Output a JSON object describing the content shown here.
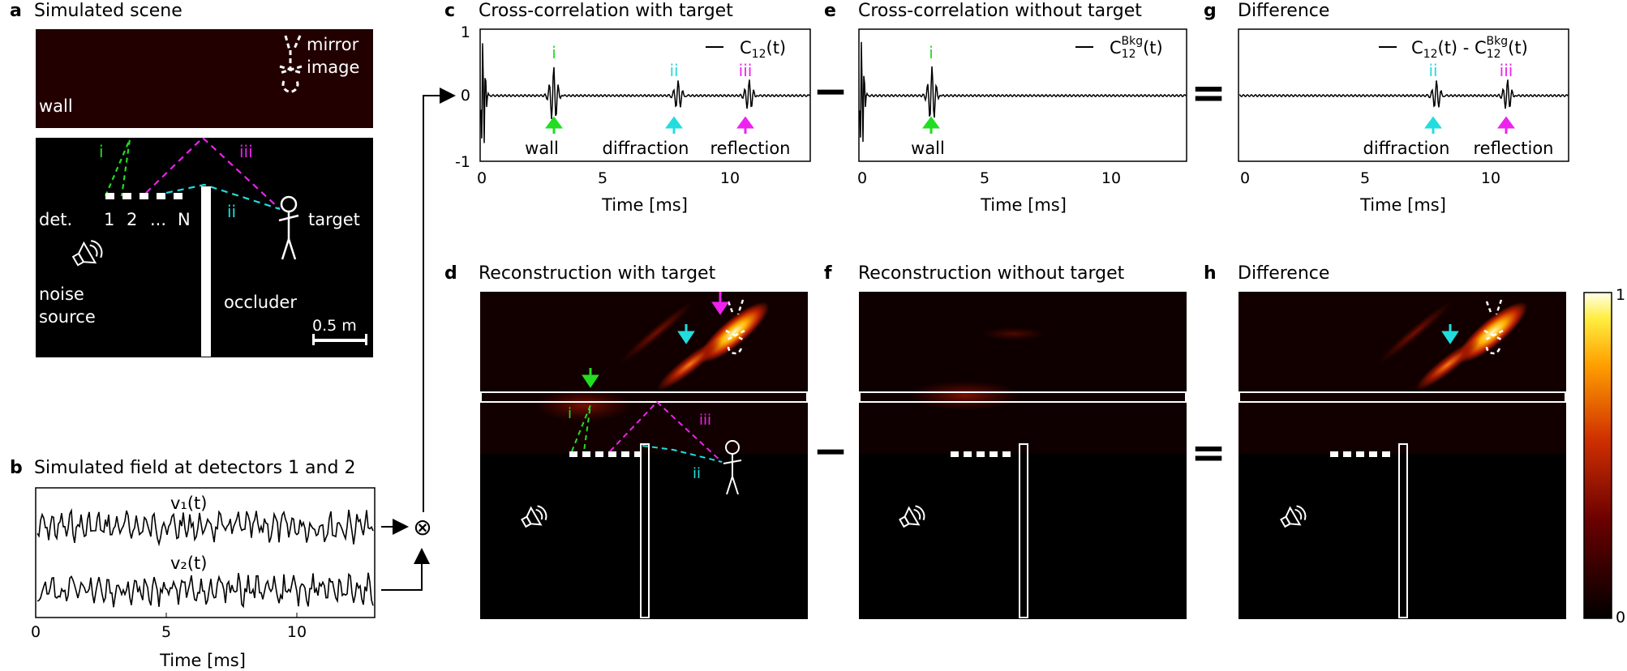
{
  "panels": {
    "a": {
      "letter": "a",
      "title": "Simulated scene"
    },
    "b": {
      "letter": "b",
      "title": "Simulated field at detectors 1 and 2"
    },
    "c": {
      "letter": "c",
      "title": "Cross-correlation with target"
    },
    "d": {
      "letter": "d",
      "title": "Reconstruction with target"
    },
    "e": {
      "letter": "e",
      "title": "Cross-correlation without target"
    },
    "f": {
      "letter": "f",
      "title": "Reconstruction without target"
    },
    "g": {
      "letter": "g",
      "title": "Difference"
    },
    "h": {
      "letter": "h",
      "title": "Difference"
    }
  },
  "scene": {
    "wall": "wall",
    "mirror_line1": "mirror",
    "mirror_line2": "image",
    "det": "det.",
    "det_labels": [
      "1",
      "2",
      "...",
      "N"
    ],
    "target": "target",
    "noise_line1": "noise",
    "noise_line2": "source",
    "occluder": "occluder",
    "scale": "0.5 m",
    "path_i": "i",
    "path_ii": "ii",
    "path_iii": "iii"
  },
  "signals": {
    "v1": "v₁(t)",
    "v2": "v₂(t)",
    "xticks": [
      "0",
      "5",
      "10"
    ],
    "xlabel": "Time [ms]"
  },
  "xcorr": {
    "yticks": [
      "1",
      "0",
      "-1"
    ],
    "xticks": [
      "0",
      "5",
      "10"
    ],
    "xlabel": "Time [ms]",
    "legend_c_main": "C",
    "legend_c_sub": "12",
    "legend_c_arg": "(t)",
    "legend_e_sup": "Bkg",
    "legend_g_minus": " - C",
    "label_i": "i",
    "label_ii": "ii",
    "label_iii": "iii",
    "wall": "wall",
    "diffraction": "diffraction",
    "reflection": "reflection"
  },
  "ops": {
    "minus": "−",
    "equals": "=",
    "times": "⊗"
  },
  "colorbar": {
    "max": "1",
    "min": "0"
  },
  "colors": {
    "green": "#22dd22",
    "cyan": "#22dddd",
    "magenta": "#ee22ee",
    "scene_bg": "#000000",
    "wall_bg": "#220000"
  },
  "chart_data": [
    {
      "type": "line",
      "panel": "b",
      "series": [
        {
          "name": "v₁(t)"
        },
        {
          "name": "v₂(t)"
        }
      ],
      "xlabel": "Time [ms]",
      "xticks": [
        0,
        5,
        10
      ],
      "xlim": [
        0,
        13
      ]
    },
    {
      "type": "line",
      "panel": "c",
      "series": [
        {
          "name": "C12(t)"
        }
      ],
      "xlabel": "Time [ms]",
      "xlim": [
        0,
        13
      ],
      "ylim": [
        -1,
        1
      ],
      "yticks": [
        1,
        0,
        -1
      ],
      "xticks": [
        0,
        5,
        10
      ],
      "peaks": [
        {
          "label": "i",
          "note": "wall",
          "x": 2.9
        },
        {
          "label": "ii",
          "note": "diffraction",
          "x": 7.8
        },
        {
          "label": "iii",
          "note": "reflection",
          "x": 10.6
        }
      ]
    },
    {
      "type": "line",
      "panel": "e",
      "series": [
        {
          "name": "C12Bkg(t)"
        }
      ],
      "xlabel": "Time [ms]",
      "xlim": [
        0,
        13
      ],
      "xticks": [
        0,
        5,
        10
      ],
      "peaks": [
        {
          "label": "i",
          "note": "wall",
          "x": 2.9
        }
      ]
    },
    {
      "type": "line",
      "panel": "g",
      "series": [
        {
          "name": "C12(t) - C12Bkg(t)"
        }
      ],
      "xlabel": "Time [ms]",
      "xlim": [
        0,
        13
      ],
      "xticks": [
        0,
        5,
        10
      ],
      "peaks": [
        {
          "label": "ii",
          "note": "diffraction",
          "x": 7.8
        },
        {
          "label": "iii",
          "note": "reflection",
          "x": 10.6
        }
      ]
    },
    {
      "type": "heatmap",
      "panel": "colorbar",
      "range": [
        0,
        1
      ]
    }
  ]
}
